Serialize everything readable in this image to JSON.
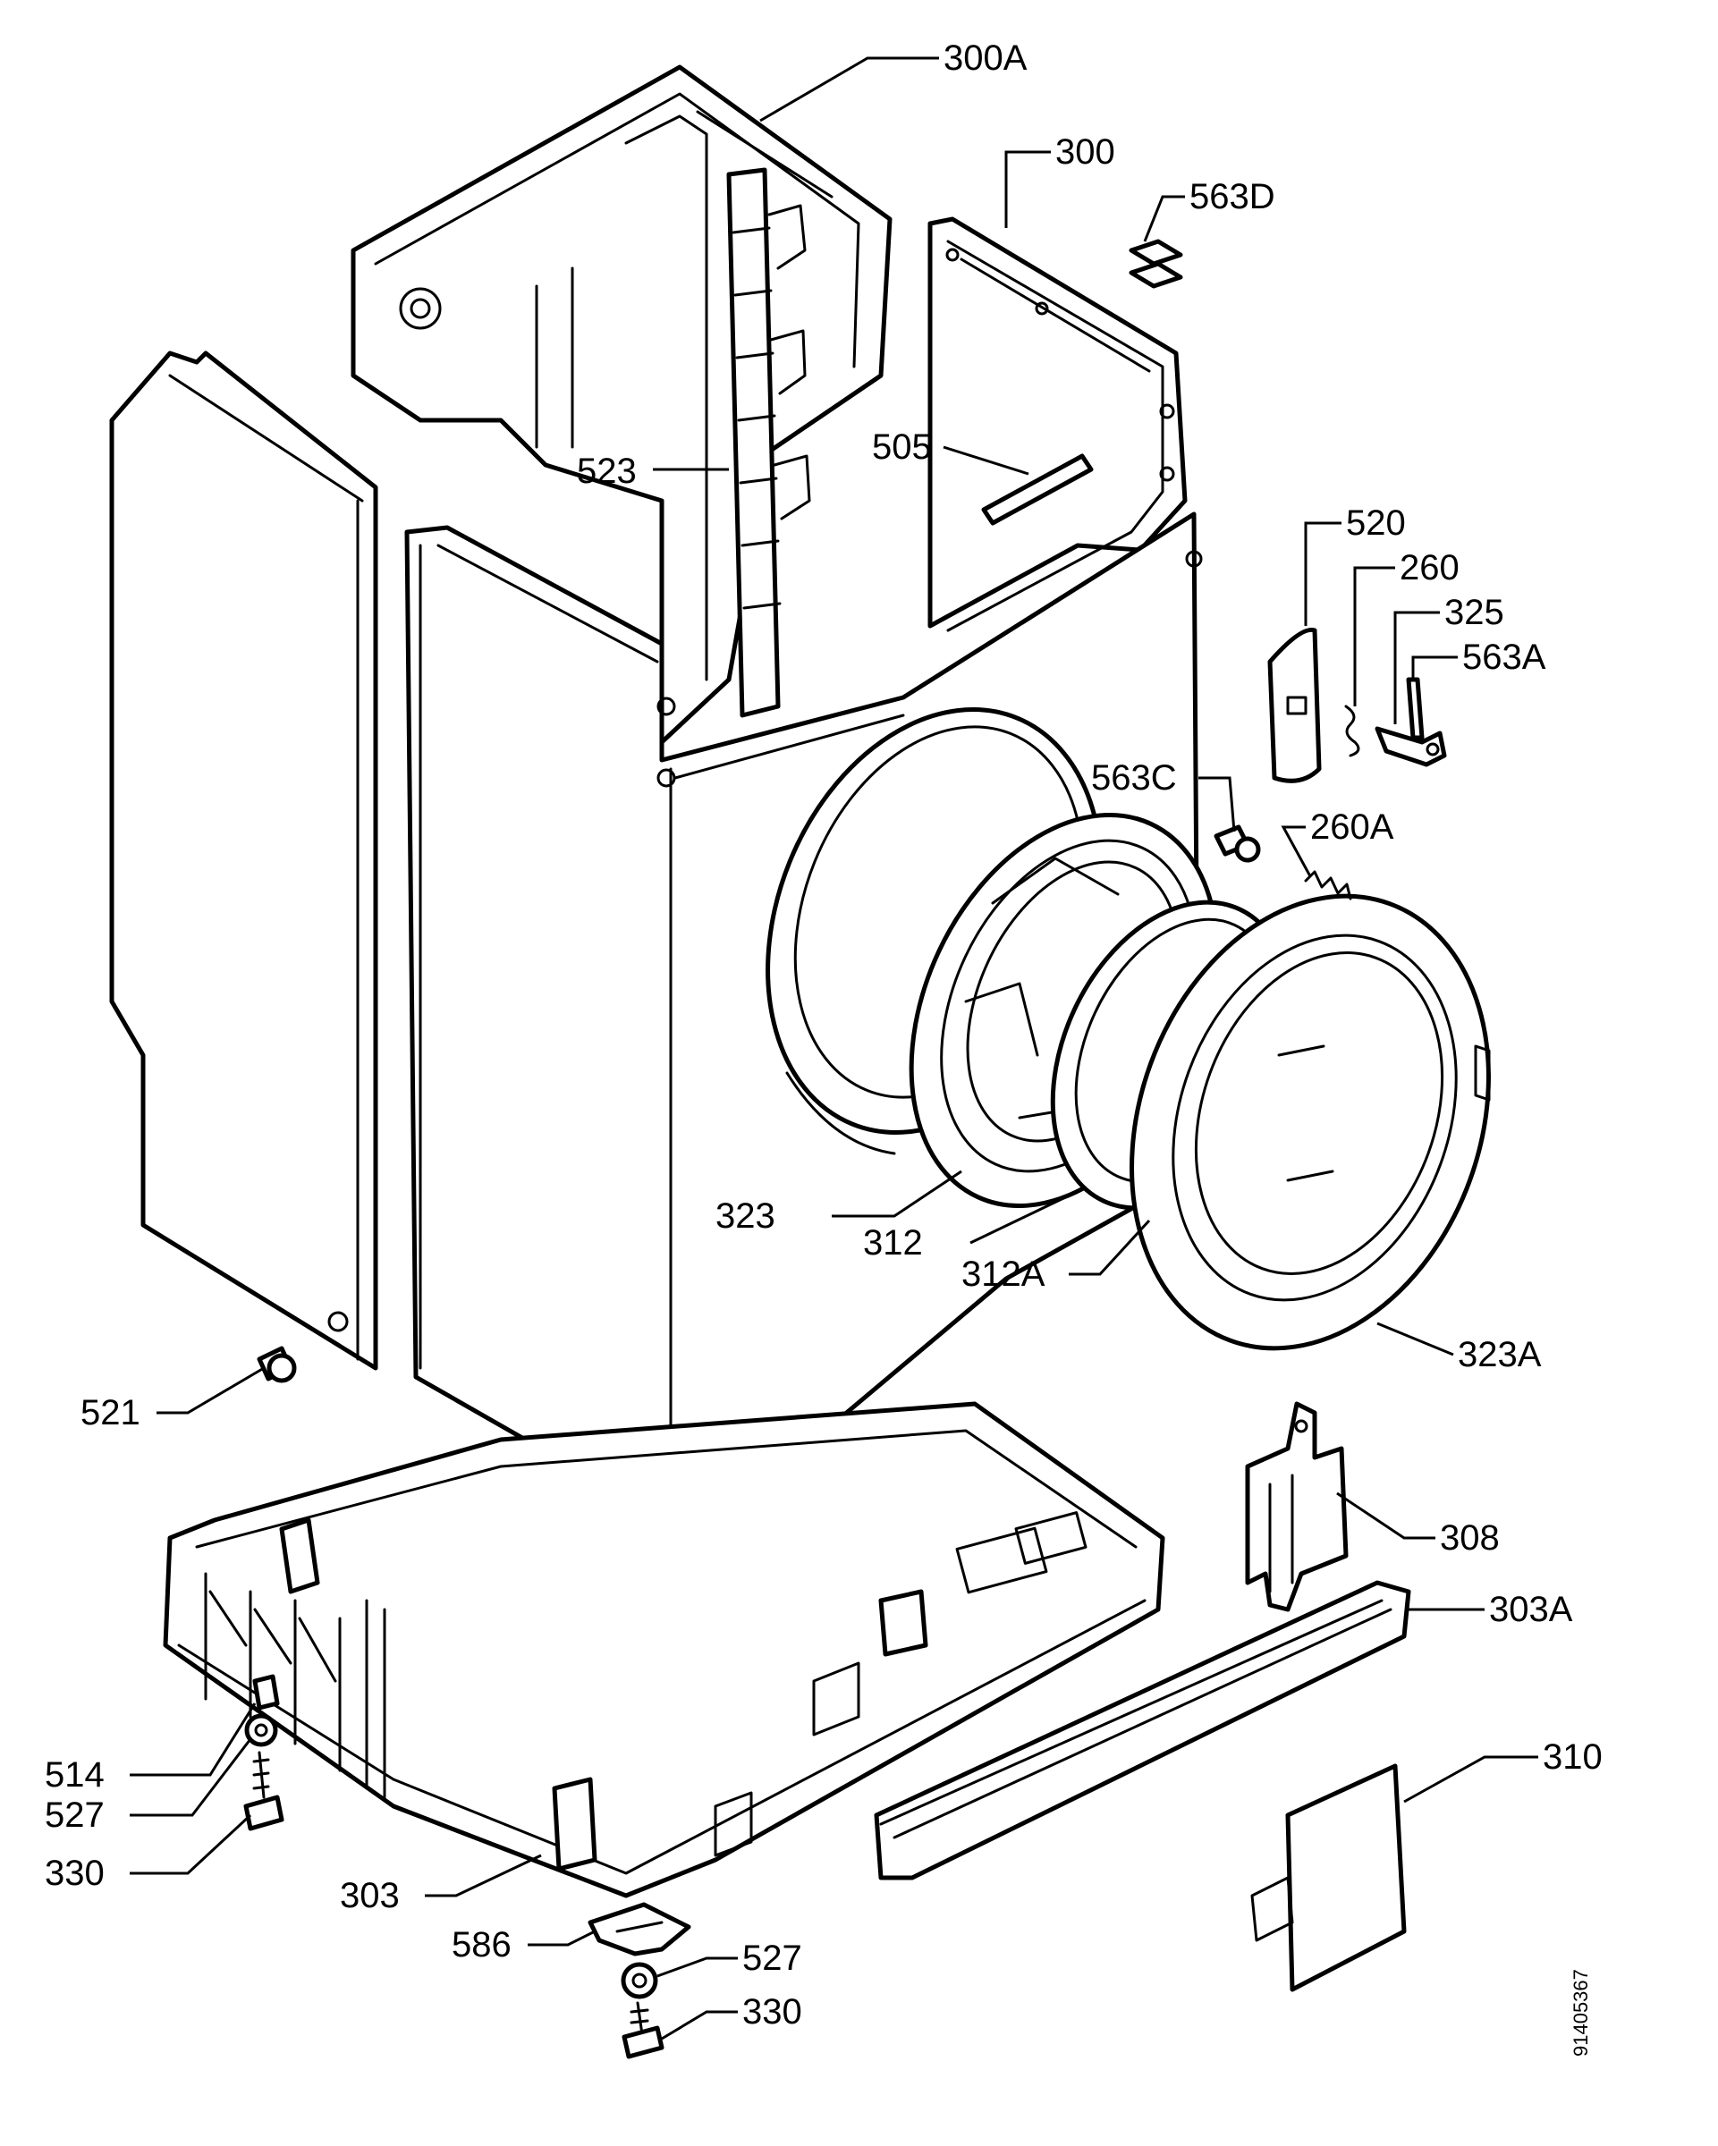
{
  "colors": {
    "line": "#000000",
    "background": "#ffffff"
  },
  "labels": {
    "p300A": "300A",
    "p300": "300",
    "p563D": "563D",
    "p505": "505",
    "p523": "523",
    "p520": "520",
    "p260": "260",
    "p325": "325",
    "p563A": "563A",
    "p563C": "563C",
    "p260A": "260A",
    "p323": "323",
    "p312": "312",
    "p312A": "312A",
    "p323A": "323A",
    "p521": "521",
    "p308": "308",
    "p303A": "303A",
    "p310": "310",
    "p514": "514",
    "p527_left": "527",
    "p330_left": "330",
    "p303": "303",
    "p586": "586",
    "p527_bottom": "527",
    "p330_bottom": "330"
  },
  "document_number": "91405367"
}
